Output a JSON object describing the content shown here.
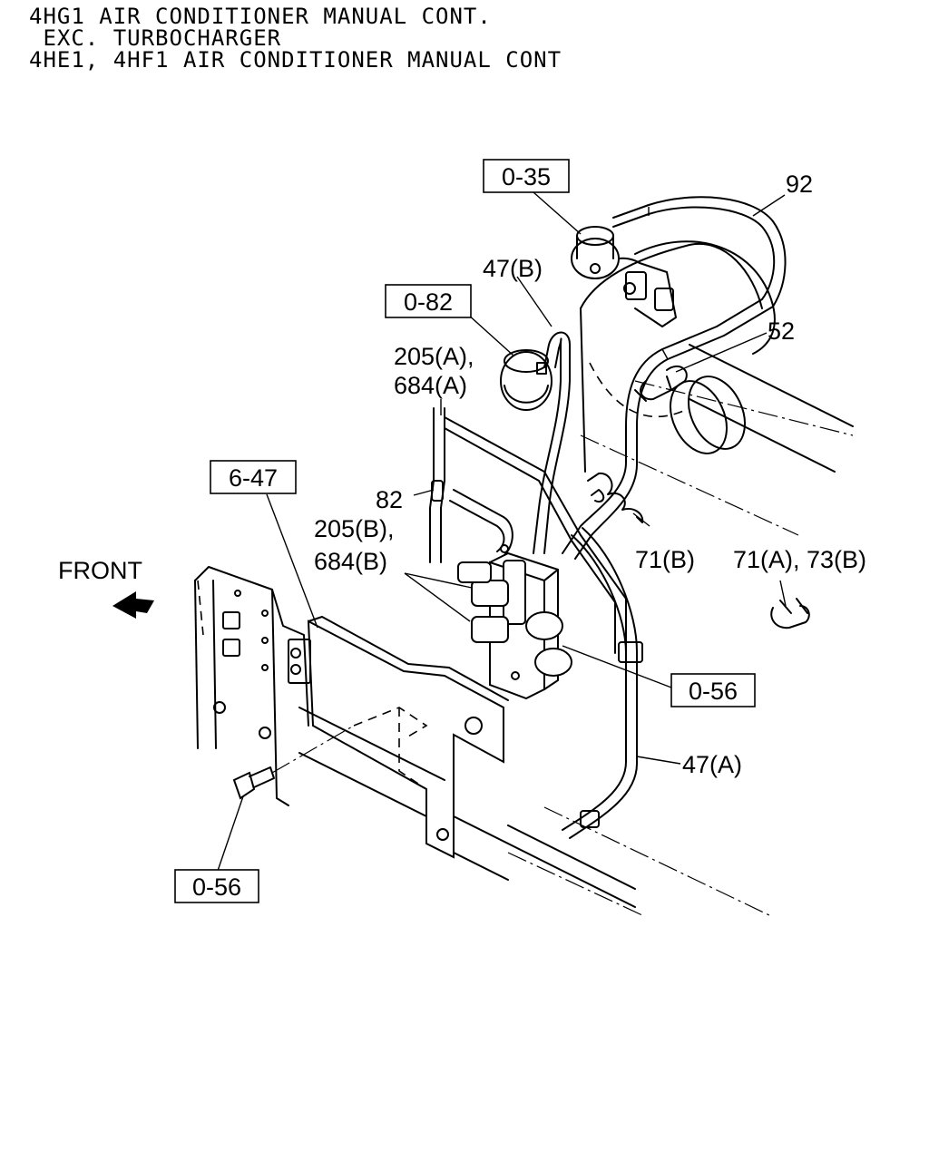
{
  "title": {
    "line1": "4HG1 AIR CONDITIONER MANUAL CONT.",
    "line2": " EXC. TURBOCHARGER",
    "line3": "4HE1, 4HF1 AIR CONDITIONER MANUAL CONT"
  },
  "front_label": "FRONT",
  "boxed_refs": {
    "ref_0_35": "0-35",
    "ref_0_82": "0-82",
    "ref_6_47": "6-47",
    "ref_0_56_right": "0-56",
    "ref_0_56_bottom": "0-56"
  },
  "callouts": {
    "p92": "92",
    "p47b": "47(B)",
    "p52": "52",
    "p205a": "205(A),",
    "p684a": "684(A)",
    "p82": "82",
    "p205b": "205(B),",
    "p684b": "684(B)",
    "p71b": "71(B)",
    "p71a73b": "71(A), 73(B)",
    "p47a": "47(A)"
  }
}
